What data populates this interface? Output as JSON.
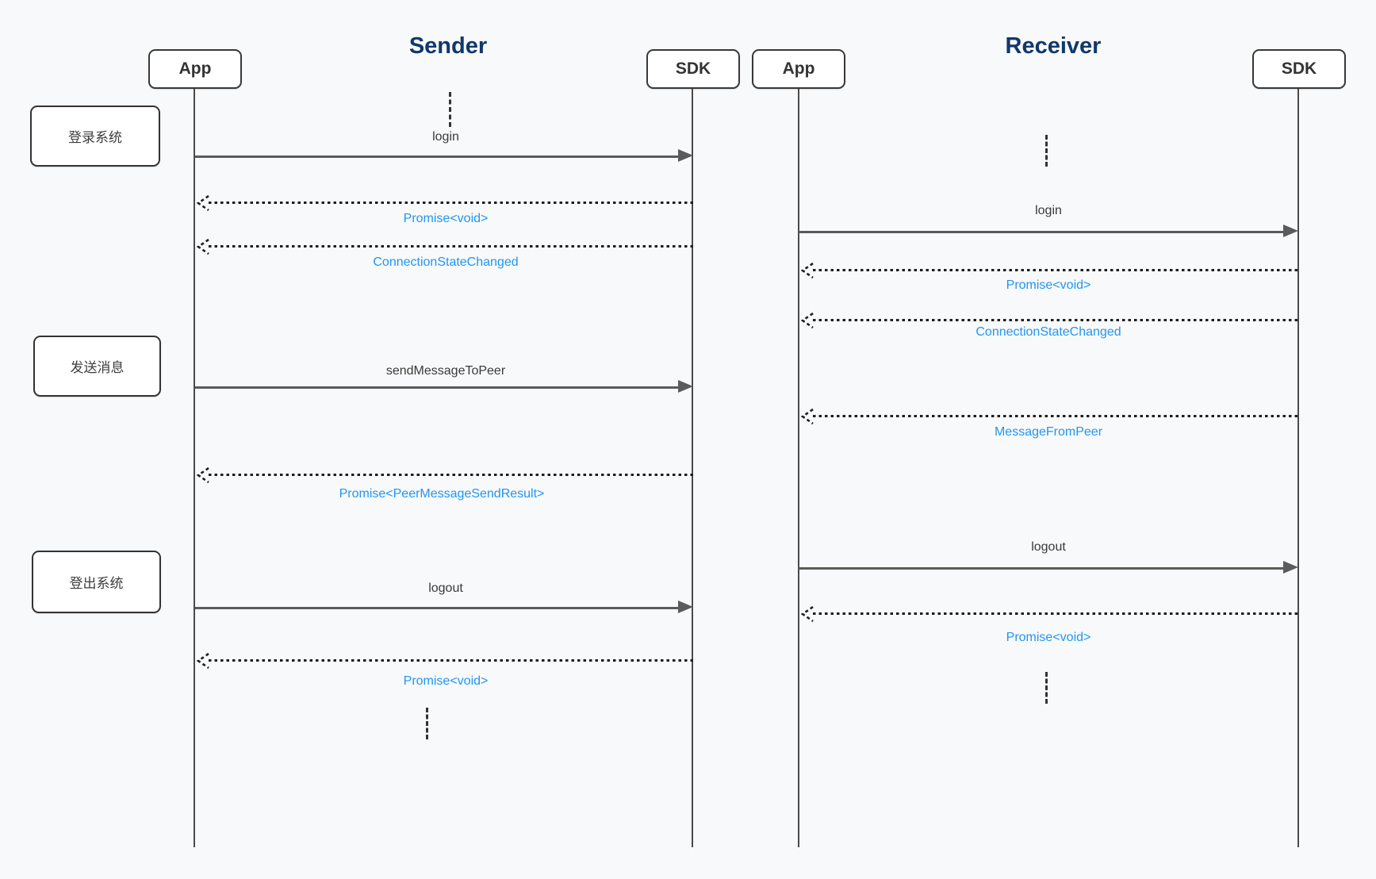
{
  "colors": {
    "accent_blue": "#2196F3",
    "title_navy": "#11386B",
    "arrow_gray": "#5b5b5b",
    "dashed_arrow_black": "#1e1e1e"
  },
  "sender": {
    "title": "Sender",
    "actors": [
      {
        "label": "App"
      },
      {
        "label": "SDK"
      }
    ],
    "steps": [
      {
        "label": "登录系统"
      },
      {
        "label": "发送消息"
      },
      {
        "label": "登出系统"
      }
    ],
    "messages": [
      {
        "label": "login",
        "type": "solid"
      },
      {
        "label": "Promise<void>",
        "type": "dashed-return"
      },
      {
        "label": "ConnectionStateChanged",
        "type": "dashed-return"
      },
      {
        "label": "sendMessageToPeer",
        "type": "solid"
      },
      {
        "label": "Promise<PeerMessageSendResult>",
        "type": "dashed-return"
      },
      {
        "label": "logout",
        "type": "solid"
      },
      {
        "label": "Promise<void>",
        "type": "dashed-return"
      }
    ]
  },
  "receiver": {
    "title": "Receiver",
    "actors": [
      {
        "label": "App"
      },
      {
        "label": "SDK"
      }
    ],
    "messages": [
      {
        "label": "login",
        "type": "solid"
      },
      {
        "label": "Promise<void>",
        "type": "dashed-return"
      },
      {
        "label": "ConnectionStateChanged",
        "type": "dashed-return"
      },
      {
        "label": "MessageFromPeer",
        "type": "dashed-return"
      },
      {
        "label": "logout",
        "type": "solid"
      },
      {
        "label": "Promise<void>",
        "type": "dashed-return"
      }
    ]
  }
}
